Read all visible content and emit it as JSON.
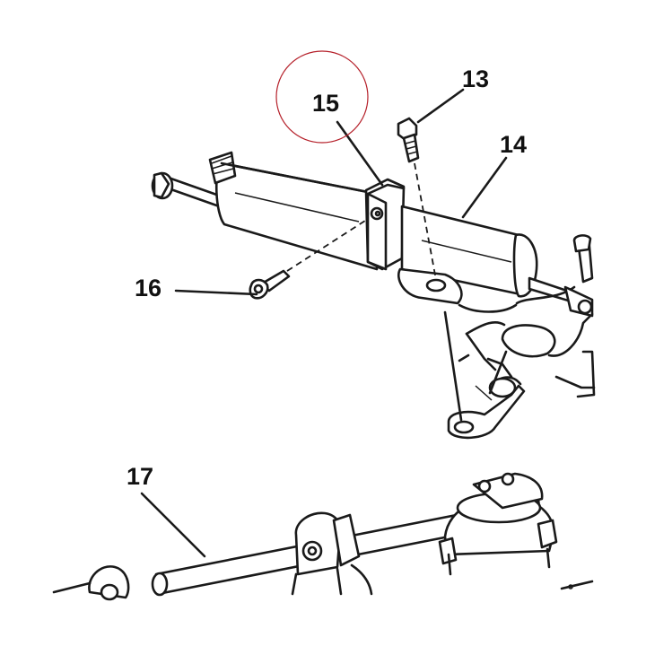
{
  "callouts": [
    {
      "id": "13",
      "text": "13"
    },
    {
      "id": "14",
      "text": "14"
    },
    {
      "id": "15",
      "text": "15"
    },
    {
      "id": "16",
      "text": "16"
    },
    {
      "id": "17",
      "text": "17"
    }
  ],
  "highlight": {
    "target": "15",
    "color": "#b5202a",
    "shape": "circle"
  },
  "colors": {
    "ink": "#1a1a1a",
    "background": "#ffffff"
  }
}
